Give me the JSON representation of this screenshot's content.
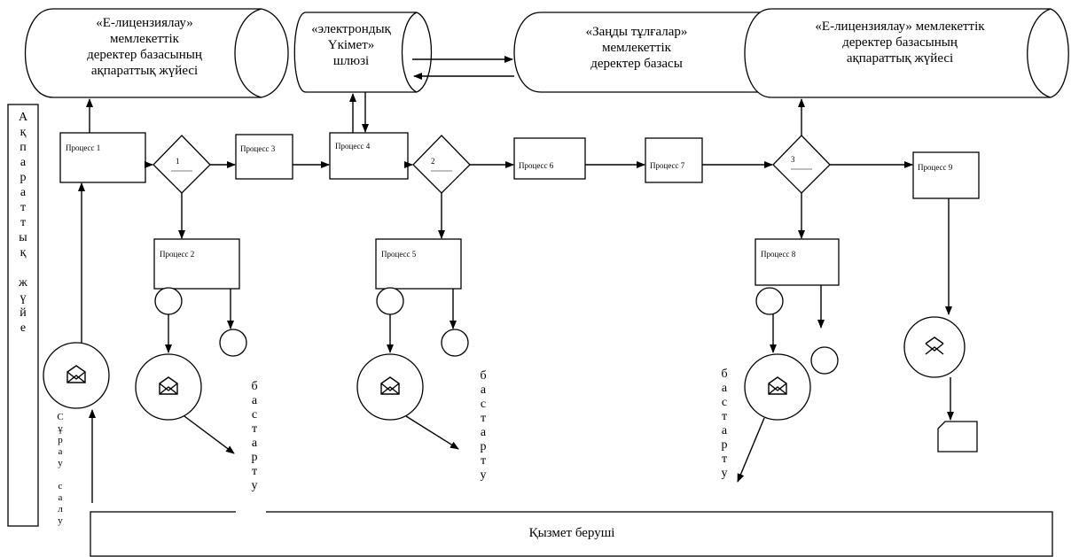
{
  "lanes": {
    "top": [
      "А",
      "қ",
      "п",
      "а",
      "р",
      "а",
      "т",
      "т",
      "ы",
      "қ",
      "",
      "ж",
      "ү",
      "й",
      "е"
    ],
    "bottom": "Қызмет беруші"
  },
  "databases": {
    "db1": [
      "«Е-лицензиялау»",
      "мемлекеттік",
      "деректер базасының",
      "ақпараттық жүйесі"
    ],
    "db2": [
      "«электрондық",
      "Үкімет»",
      "шлюзі"
    ],
    "db3": [
      "«Заңды тұлғалар»",
      "мемлекеттік",
      "деректер базасы"
    ],
    "db4": [
      "«Е-лицензиялау» мемлекеттік",
      "деректер базасының",
      "ақпараттық жүйесі"
    ]
  },
  "processes": {
    "p1": "Процесс 1",
    "p2": "Процесс 2",
    "p3": "Процесс 3",
    "p4": "Процесс 4",
    "p5": "Процесс 5",
    "p6": "Процесс 6",
    "p7": "Процесс 7",
    "p8": "Процесс 8",
    "p9": "Процесс 9"
  },
  "decisions": {
    "d1": "1",
    "d2": "2",
    "d3": "3"
  },
  "vertical_texts": {
    "request": [
      "С",
      "ұ",
      "р",
      "а",
      "у",
      "",
      "с",
      "а",
      "л",
      "у"
    ],
    "start1": [
      "б",
      "а",
      "с",
      "т",
      "а",
      "р",
      "т",
      "у"
    ],
    "start2": [
      "б",
      "а",
      "с",
      "т",
      "а",
      "р",
      "т",
      "у"
    ],
    "start3": [
      "б",
      "а",
      "с",
      "т",
      "а",
      "р",
      "т",
      "у"
    ]
  }
}
